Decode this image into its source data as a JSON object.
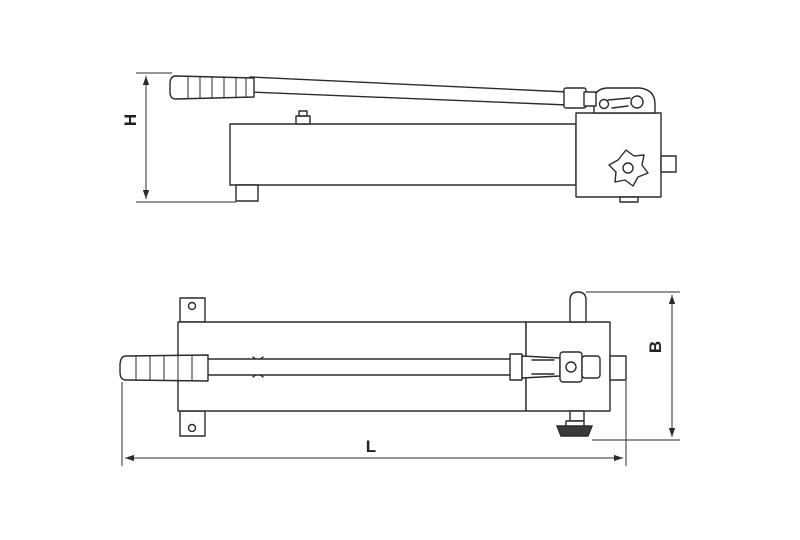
{
  "dimensions": {
    "height_label": "H",
    "width_label": "B",
    "length_label": "L"
  },
  "colors": {
    "line": "#2b2b2b",
    "background": "#ffffff"
  }
}
